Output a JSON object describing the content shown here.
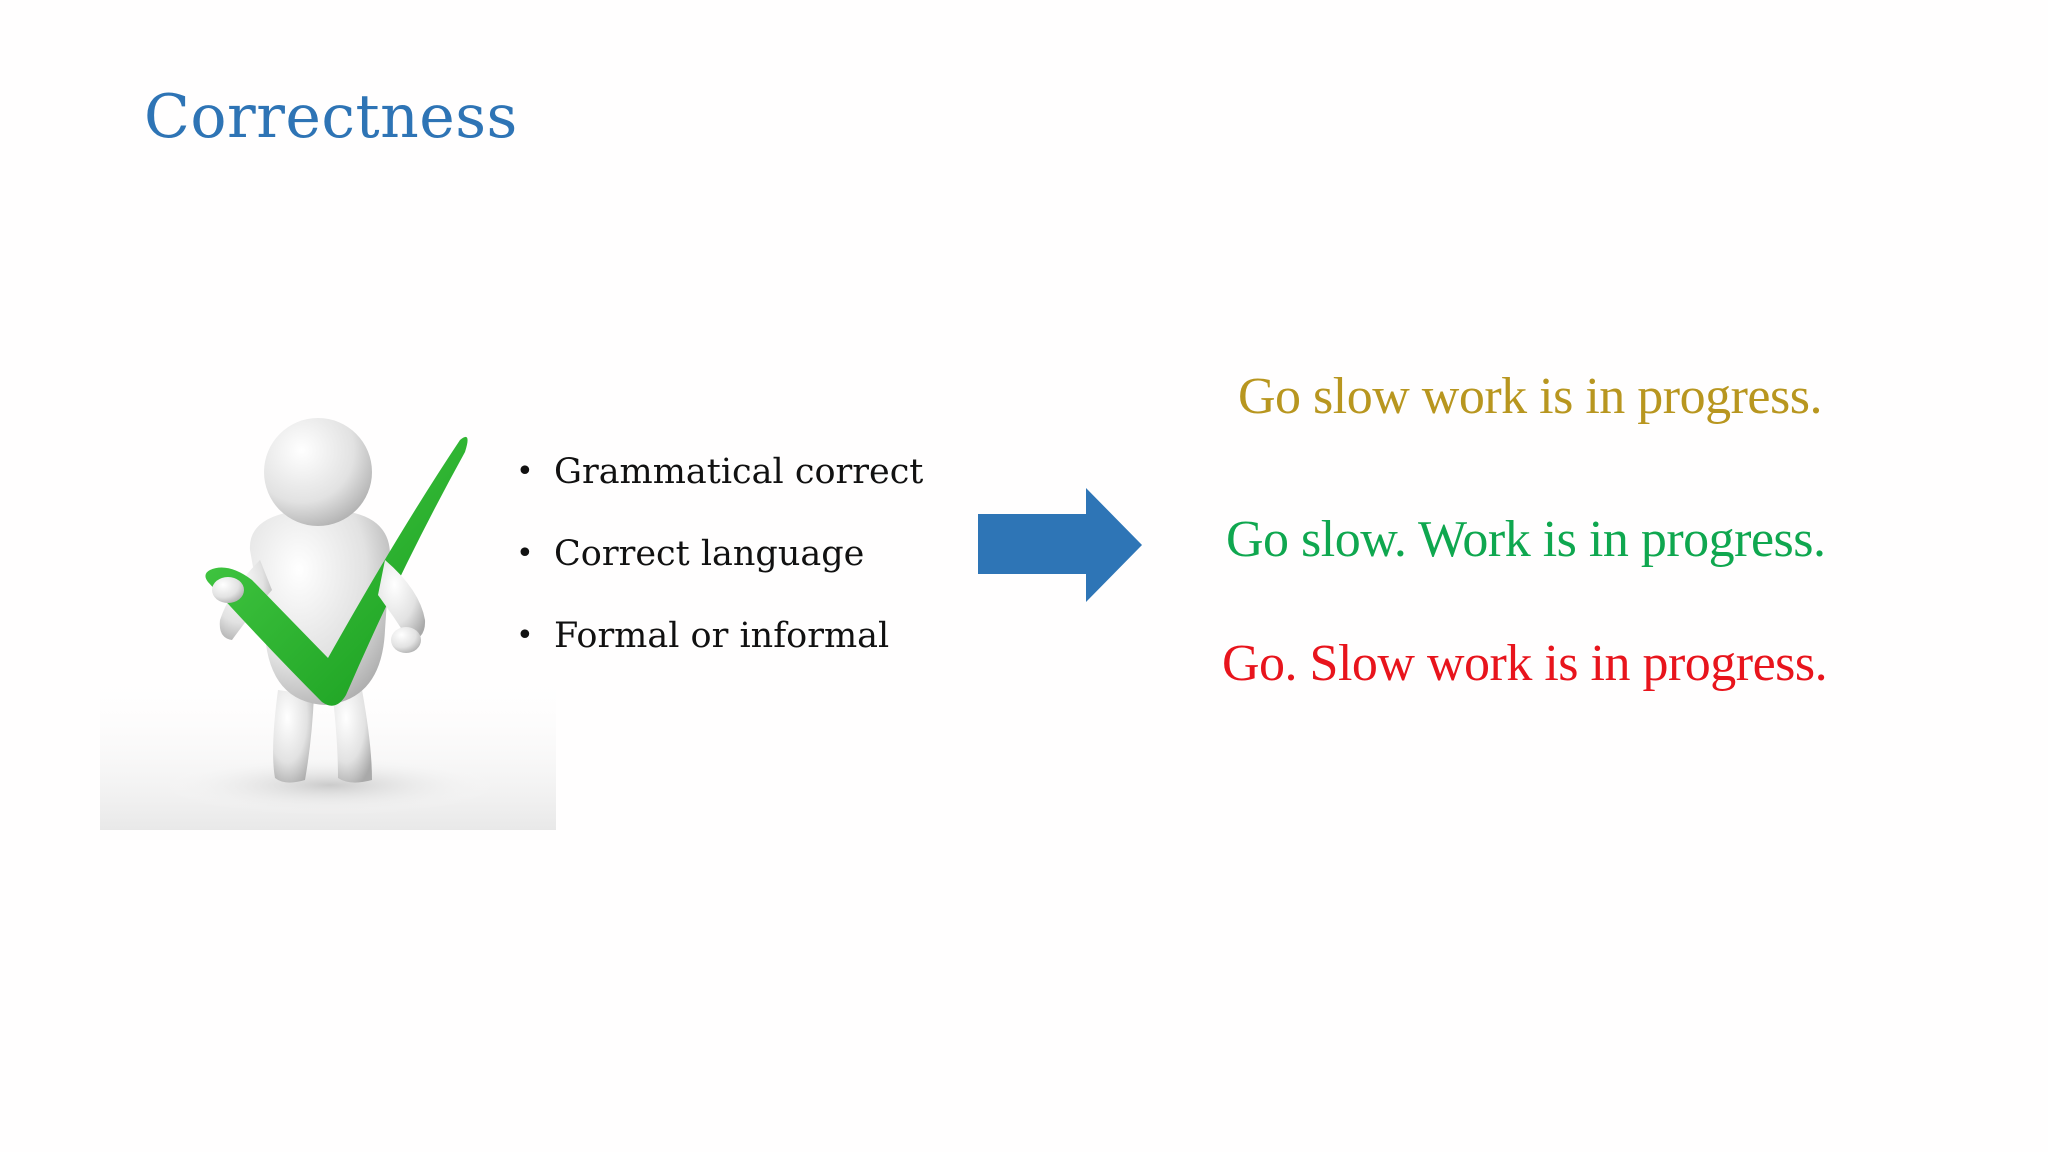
{
  "slide": {
    "title": "Correctness",
    "bullets": [
      "Grammatical correct",
      "Correct language",
      "Formal or informal"
    ],
    "figure_icon": "person-holding-checkmark-icon",
    "arrow_icon": "right-arrow-icon",
    "phrases": [
      {
        "text": "Go slow work is in progress.",
        "color": "#b8961f"
      },
      {
        "text": "Go slow. Work is in progress.",
        "color": "#0fa74f"
      },
      {
        "text": "Go. Slow work is in progress.",
        "color": "#e8141c"
      }
    ],
    "colors": {
      "title": "#2e74b5",
      "arrow": "#2e75b6",
      "check": "#2fb130"
    }
  }
}
